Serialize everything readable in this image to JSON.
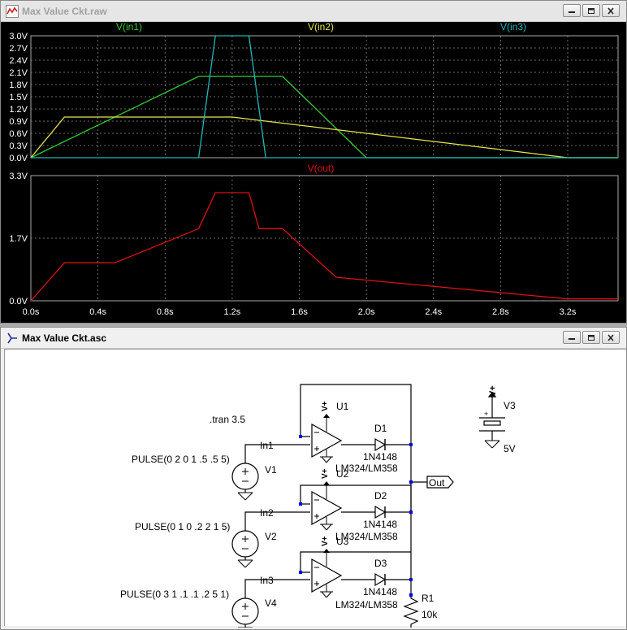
{
  "waveform_window": {
    "title": "Max Value Ckt.raw",
    "top_traces": [
      {
        "name": "V(in1)",
        "color": "#33cc33"
      },
      {
        "name": "V(in2)",
        "color": "#e6e64d"
      },
      {
        "name": "V(in3)",
        "color": "#22b7b7"
      }
    ],
    "bottom_trace": {
      "name": "V(out)",
      "color": "#dd1111"
    },
    "chart_data": [
      {
        "type": "line",
        "ylim": [
          0,
          3.0
        ],
        "xlim": [
          0,
          3.5
        ],
        "ytick_labels": [
          "3.0V",
          "2.7V",
          "2.4V",
          "2.1V",
          "1.8V",
          "1.5V",
          "1.2V",
          "0.9V",
          "0.6V",
          "0.3V",
          "0.0V"
        ],
        "ytick_values": [
          3.0,
          2.7,
          2.4,
          2.1,
          1.8,
          1.5,
          1.2,
          0.9,
          0.6,
          0.3,
          0.0
        ],
        "series": [
          {
            "name": "V(in1)",
            "x": [
              0,
              1.0,
              1.5,
              2.0,
              3.5
            ],
            "y": [
              0,
              2,
              2,
              0,
              0
            ]
          },
          {
            "name": "V(in2)",
            "x": [
              0,
              0.2,
              1.2,
              3.2,
              3.5
            ],
            "y": [
              0,
              1,
              1,
              0,
              0
            ]
          },
          {
            "name": "V(in3)",
            "x": [
              0,
              1.0,
              1.1,
              1.3,
              1.4,
              3.5
            ],
            "y": [
              0,
              0,
              3,
              3,
              0,
              0
            ]
          }
        ]
      },
      {
        "type": "line",
        "ylim": [
          0,
          3.3
        ],
        "xlim": [
          0,
          3.5
        ],
        "ytick_labels": [
          "3.3V",
          "1.7V",
          "0.0V"
        ],
        "ytick_values": [
          3.3,
          1.65,
          0.0
        ],
        "xtick_labels": [
          "0.0s",
          "0.4s",
          "0.8s",
          "1.2s",
          "1.6s",
          "2.0s",
          "2.4s",
          "2.8s",
          "3.2s"
        ],
        "xtick_values": [
          0.0,
          0.4,
          0.8,
          1.2,
          1.6,
          2.0,
          2.4,
          2.8,
          3.2
        ],
        "series": [
          {
            "name": "V(out)",
            "x": [
              0,
              0.2,
              0.5,
              1.0,
              1.1,
              1.3,
              1.36,
              1.5,
              1.82,
              3.2,
              3.5
            ],
            "y": [
              0,
              1.0,
              1.0,
              1.9,
              2.85,
              2.85,
              1.9,
              1.9,
              0.62,
              0.05,
              0.05
            ]
          }
        ]
      }
    ]
  },
  "schematic_window": {
    "title": "Max Value Ckt.asc",
    "directive": ".tran 3.5",
    "sources": [
      {
        "ref": "V1",
        "value": "PULSE(0 2 0 1 .5 .5 5)",
        "net": "In1"
      },
      {
        "ref": "V2",
        "value": "PULSE(0 1 0 .2 2 1 5)",
        "net": "In2"
      },
      {
        "ref": "V4",
        "value": "PULSE(0 3 1 .1 .1 .2 5 1)",
        "net": "In3"
      }
    ],
    "opamps": [
      {
        "ref": "U1",
        "model": "LM324/LM358"
      },
      {
        "ref": "U2",
        "model": "LM324/LM358"
      },
      {
        "ref": "U3",
        "model": "LM324/LM358"
      }
    ],
    "diodes": [
      {
        "ref": "D1",
        "model": "1N4148"
      },
      {
        "ref": "D2",
        "model": "1N4148"
      },
      {
        "ref": "D3",
        "model": "1N4148"
      }
    ],
    "resistor": {
      "ref": "R1",
      "value": "10k"
    },
    "supply": {
      "ref": "V3",
      "value": "5V"
    },
    "supply_label": "V+",
    "output_label": "Out"
  }
}
